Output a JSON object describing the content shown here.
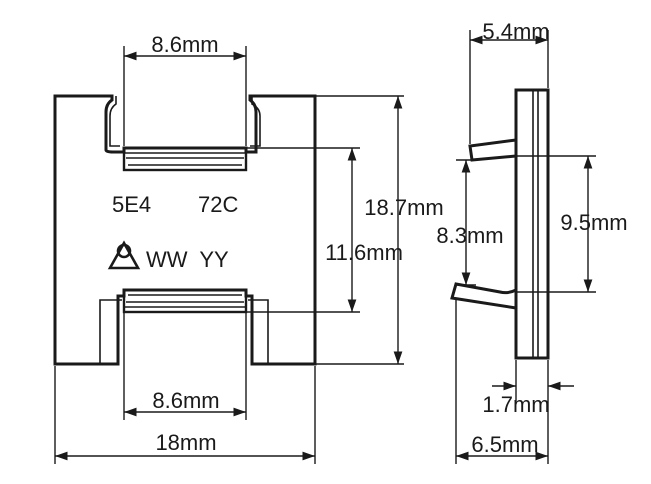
{
  "front_view": {
    "marking_line1": [
      "5E4",
      "72C"
    ],
    "marking_line2": "WW  YY",
    "logo_icon": "triangle-loop-logo-icon",
    "dimensions": {
      "top_width": "8.6mm",
      "bottom_width": "8.6mm",
      "overall_width": "18mm",
      "overall_height": "18.7mm",
      "inner_height": "11.6mm"
    }
  },
  "side_view": {
    "dimensions": {
      "top_width": "5.4mm",
      "tab_span": "8.3mm",
      "pad_span": "9.5mm",
      "thickness": "1.7mm",
      "overall_depth": "6.5mm"
    }
  }
}
